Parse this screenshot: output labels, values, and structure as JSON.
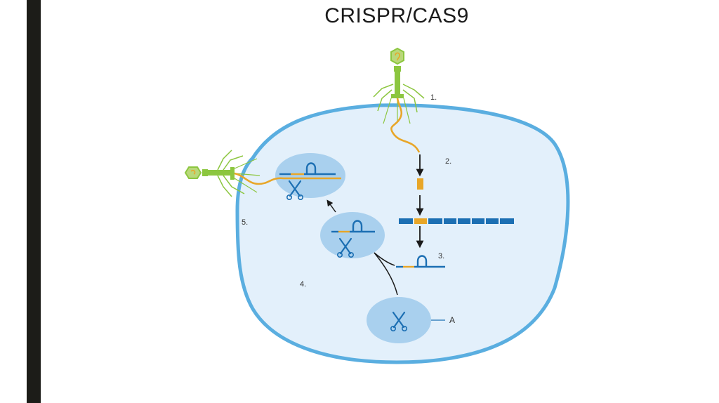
{
  "title": "CRISPR/CAS9",
  "labels": {
    "step1": "1.",
    "step2": "2.",
    "step3": "3.",
    "step4": "4.",
    "step5": "5.",
    "a": "A"
  },
  "colors": {
    "cell_membrane": "#5aaee0",
    "cytoplasm": "#e3f0fb",
    "complex_bubble": "#a9d0ee",
    "dna_blue": "#1c6fb3",
    "phage_dna_orange": "#e8a628",
    "phage_green": "#8cc63f",
    "phage_head": "#b9d87a"
  },
  "icons": [
    "bacteriophage-icon",
    "scissors-icon",
    "guide-rna-hairpin-icon",
    "arrow-down-icon"
  ]
}
